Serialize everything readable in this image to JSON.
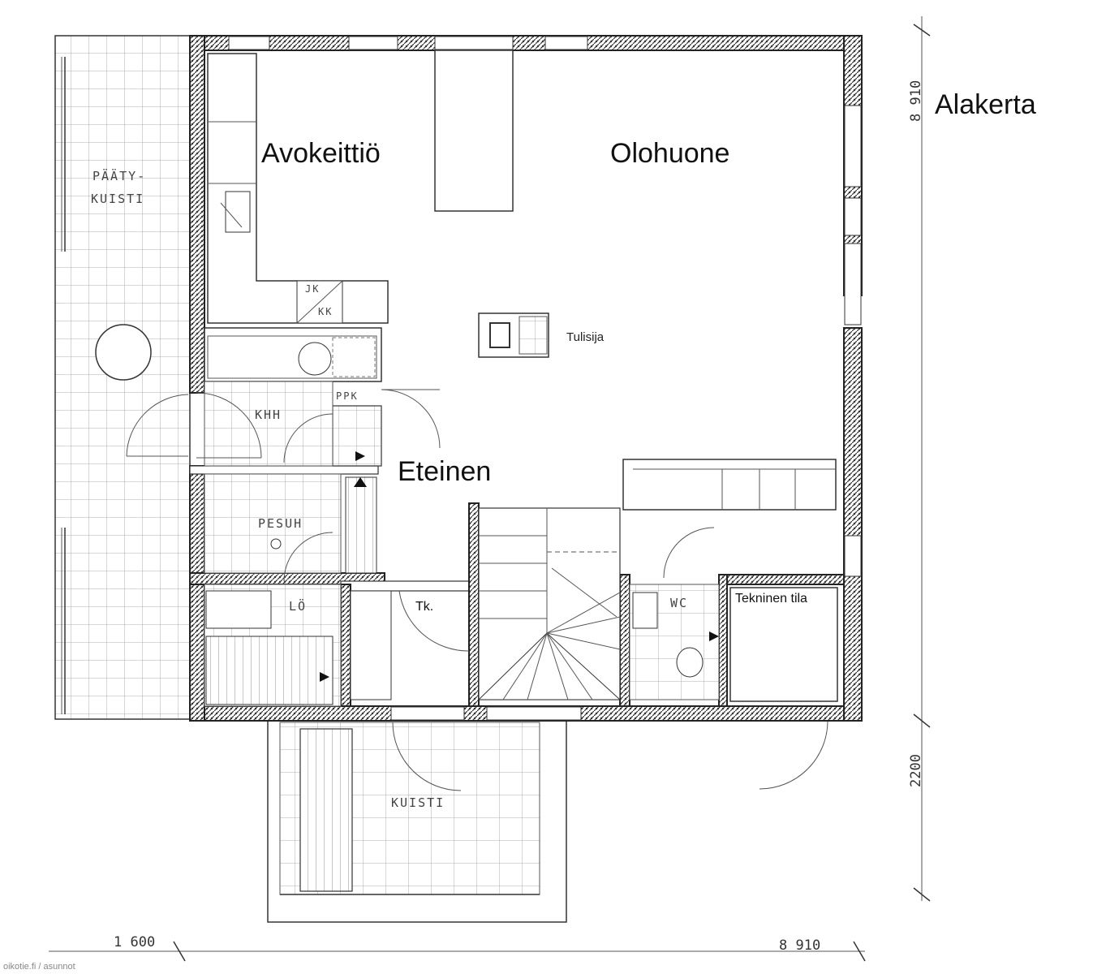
{
  "title": "Alakerta",
  "rooms": {
    "kitchen": "Avokeittiö",
    "living": "Olohuone",
    "hall": "Eteinen",
    "fireplace": "Tulisija",
    "closet": "Tk.",
    "tech": "Tekninen tila"
  },
  "sketch_labels": {
    "gable_porch_1": "PÄÄTY-",
    "gable_porch_2": "KUISTI",
    "utility": "KHH",
    "dryer": "PPK",
    "wash": "PESUH",
    "sauna": "LÖ",
    "wc": "WC",
    "porch": "KUISTI",
    "fridge": "JK",
    "freezer": "KK"
  },
  "dimensions": {
    "left_bottom": "1 600",
    "right_bottom": "8 910",
    "right_vertical": "8 910",
    "right_vertical_lower": "2200"
  },
  "watermark": "oikotie.fi / asunnot"
}
